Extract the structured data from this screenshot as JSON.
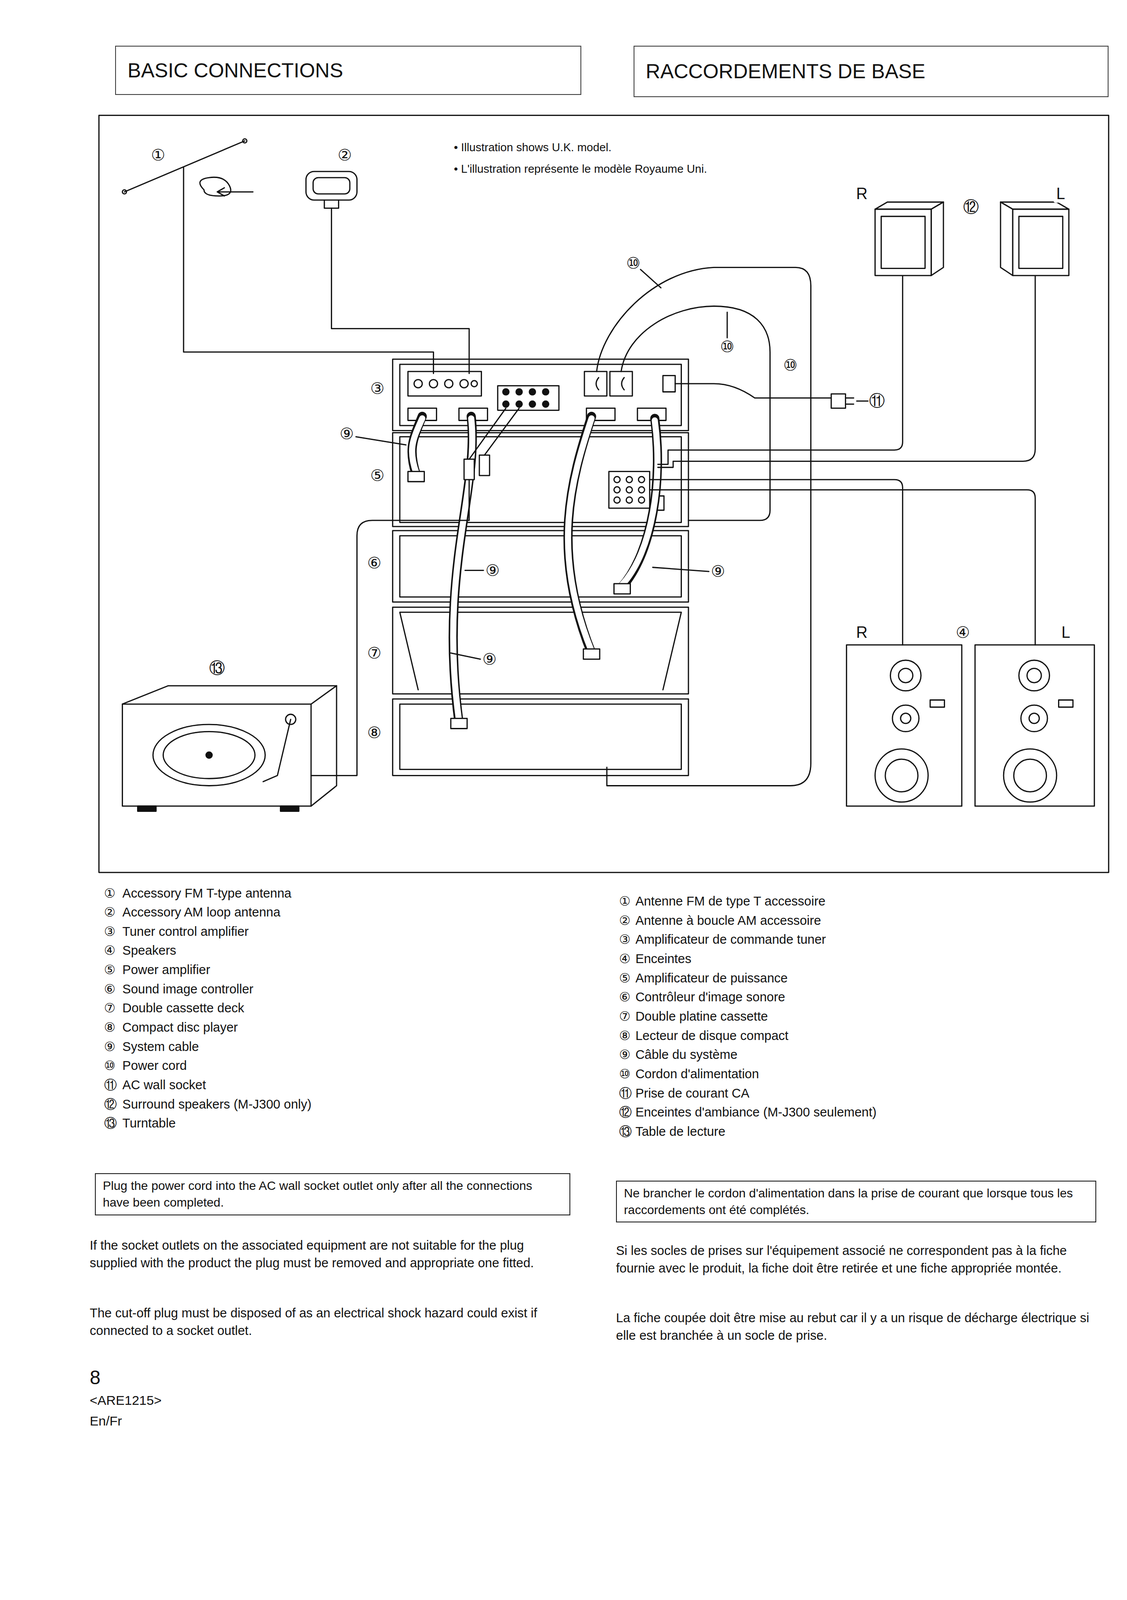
{
  "diagram": {
    "nodes": [
      {
        "text": [
          "BASIC CONNECTIONS"
        ]
      },
      {
        "text": [
          "RACCORDEMENTS DE BASE"
        ]
      },
      {
        "text": [
          "Plug the power cord into the AC wall socket outlet only after all the connections have been completed."
        ]
      },
      {
        "text": [
          "Ne brancher le cordon d'alimentation dans la prise de courant que lorsque tous les raccordements ont été complétés."
        ]
      }
    ],
    "labels": [
      "• Illustration shows U.K. model.",
      "• L'illustration représente le modèle Royaume Uni.",
      "①",
      "②",
      "R",
      "⑫",
      "L",
      "⑩",
      "⑩",
      "⑩",
      "⑪",
      "③",
      "⑨",
      "⑤",
      "⑥",
      "⑨",
      "⑨",
      "R",
      "④",
      "L",
      "⑬",
      "⑦",
      "⑨",
      "⑧",
      "①",
      "Accessory FM T-type antenna",
      "②",
      "Accessory AM loop antenna",
      "③",
      "Tuner control amplifier",
      "④",
      "Speakers",
      "⑤",
      "Power amplifier",
      "⑥",
      "Sound image controller",
      "⑦",
      "Double cassette deck",
      "⑧",
      "Compact disc player",
      "⑨",
      "System cable",
      "⑩",
      "Power cord",
      "⑪",
      "AC wall socket",
      "⑫",
      "Surround speakers (M-J300 only)",
      "⑬",
      "Turntable",
      "①",
      "Antenne FM de type T accessoire",
      "②",
      "Antenne à boucle AM accessoire",
      "③",
      "Amplificateur de commande tuner",
      "④",
      "Enceintes",
      "⑤",
      "Amplificateur de puissance",
      "⑥",
      "Contrôleur d'image sonore",
      "⑦",
      "Double platine cassette",
      "⑧",
      "Lecteur de disque compact",
      "⑨",
      "Câble du système",
      "⑩",
      "Cordon d'alimentation",
      "⑪",
      "Prise de courant CA",
      "⑫",
      "Enceintes d'ambiance (M-J300 seulement)",
      "⑬",
      "Table de lecture",
      "If the socket outlets on the associated equipment are not suitable for the plug supplied with the product the plug must be removed and appropriate one fitted.",
      "The cut-off plug must be disposed of as an electrical shock hazard could exist if connected to a socket outlet.",
      "Si les socles de prises sur l'équipement associé ne correspondent pas à la fiche fournie avec le produit, la fiche doit être retirée et une fiche appropriée montée.",
      "La fiche coupée doit être mise au rebut car il y a un risque de décharge électrique si elle est branchée à un socle de prise.",
      "8",
      "<ARE1215>",
      "En/Fr"
    ]
  }
}
